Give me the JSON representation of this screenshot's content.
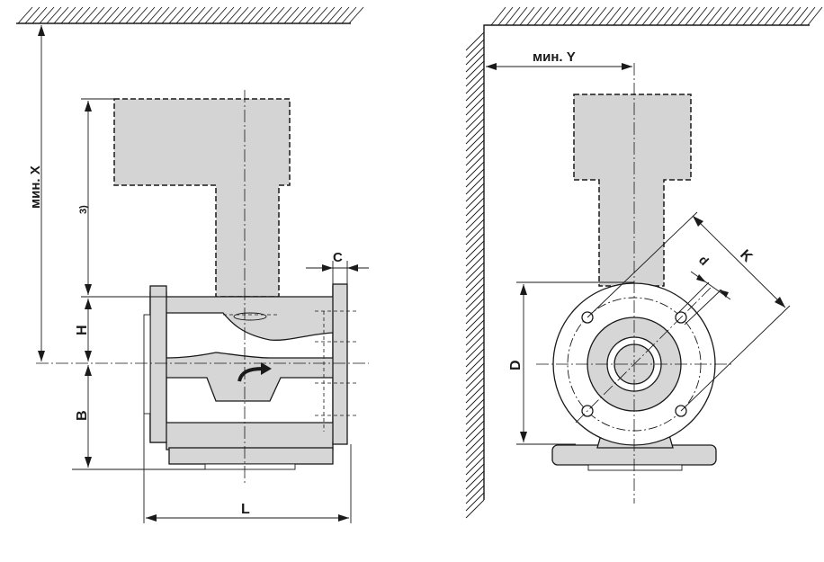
{
  "labels": {
    "min_x": "мин. X",
    "note_3": "3)",
    "h": "H",
    "b": "B",
    "c": "C",
    "l": "L",
    "min_y": "мин. Y",
    "d_small": "d",
    "k": "K",
    "d_big": "D"
  }
}
